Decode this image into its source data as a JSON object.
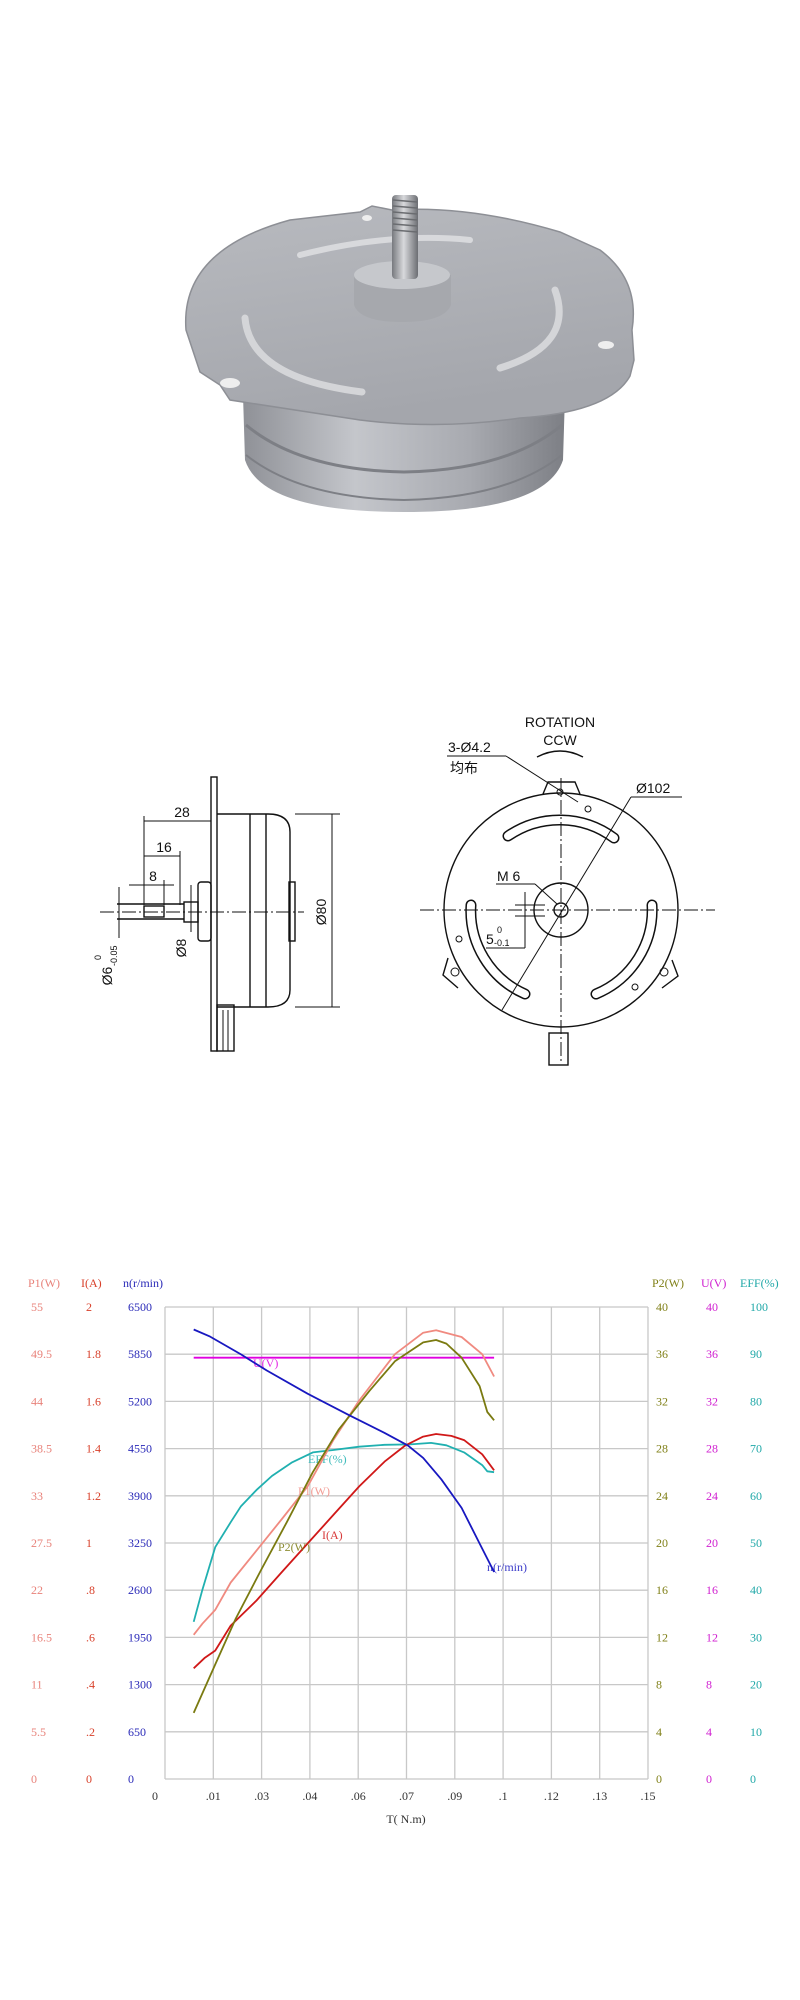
{
  "drawing": {
    "rotation": "ROTATION",
    "direction": "CCW",
    "holes": "3-Ø4.2",
    "holes_note": "均布",
    "outer_diameter": "Ø102",
    "thread": "M 6",
    "flat": "5",
    "flat_tol_upper": "0",
    "flat_tol_lower": "-0.1",
    "dim_28": "28",
    "dim_16": "16",
    "dim_8": "8",
    "body_diameter": "Ø80",
    "hub_diameter": "Ø8",
    "shaft_diameter": "Ø6",
    "shaft_tol_upper": "0",
    "shaft_tol_lower": "-0.05"
  },
  "chart_data": {
    "type": "line",
    "xlabel": "T( N.m)",
    "x_range": [
      0,
      0.15
    ],
    "x_ticks": [
      "0",
      ".01",
      ".03",
      ".04",
      ".06",
      ".07",
      ".09",
      ".1",
      ".12",
      ".13",
      ".15"
    ],
    "grid": true,
    "axes": [
      {
        "name": "P1(W)",
        "side": "left",
        "range": [
          0,
          55
        ],
        "color": "#e8827a",
        "ticks": [
          "0",
          "5.5",
          "11",
          "16.5",
          "22",
          "27.5",
          "33",
          "38.5",
          "44",
          "49.5",
          "55"
        ]
      },
      {
        "name": "I(A)",
        "side": "left",
        "range": [
          0,
          2
        ],
        "color": "#d8402a",
        "ticks": [
          "0",
          ".2",
          ".4",
          ".6",
          ".8",
          "1",
          "1.2",
          "1.4",
          "1.6",
          "1.8",
          "2"
        ]
      },
      {
        "name": "n(r/min)",
        "side": "left",
        "range": [
          0,
          6500
        ],
        "color": "#2a2ab8",
        "ticks": [
          "0",
          "650",
          "1300",
          "1950",
          "2600",
          "3250",
          "3900",
          "4550",
          "5200",
          "5850",
          "6500"
        ]
      },
      {
        "name": "P2(W)",
        "side": "right",
        "range": [
          0,
          40
        ],
        "color": "#808018",
        "ticks": [
          "0",
          "4",
          "8",
          "12",
          "16",
          "20",
          "24",
          "28",
          "32",
          "36",
          "40"
        ]
      },
      {
        "name": "U(V)",
        "side": "right",
        "range": [
          0,
          40
        ],
        "color": "#d020d0",
        "ticks": [
          "0",
          "4",
          "8",
          "12",
          "16",
          "20",
          "24",
          "28",
          "32",
          "36",
          "40"
        ]
      },
      {
        "name": "EFF(%)",
        "side": "right",
        "range": [
          0,
          100
        ],
        "color": "#20a8a8",
        "ticks": [
          "0",
          "10",
          "20",
          "30",
          "40",
          "50",
          "60",
          "70",
          "80",
          "90",
          "100"
        ]
      }
    ],
    "series": [
      {
        "name": "U(V)",
        "axis": 4,
        "color": "#e000e0",
        "points": [
          [
            0.0089,
            35.7
          ],
          [
            0.1022,
            35.7
          ]
        ]
      },
      {
        "name": "EFF(%)",
        "axis": 5,
        "color": "#20b0b0",
        "points": [
          [
            0.0089,
            33.3
          ],
          [
            0.0116,
            40.1
          ],
          [
            0.0156,
            49.1
          ],
          [
            0.0204,
            54.4
          ],
          [
            0.0236,
            57.8
          ],
          [
            0.0284,
            61.2
          ],
          [
            0.0332,
            64.2
          ],
          [
            0.0395,
            67.1
          ],
          [
            0.0459,
            69.2
          ],
          [
            0.0523,
            69.7
          ],
          [
            0.0603,
            70.4
          ],
          [
            0.0682,
            70.8
          ],
          [
            0.0762,
            70.9
          ],
          [
            0.0826,
            71.2
          ],
          [
            0.0874,
            70.7
          ],
          [
            0.0929,
            69.2
          ],
          [
            0.0985,
            66.5
          ],
          [
            0.1001,
            65.2
          ],
          [
            0.1022,
            65.0
          ]
        ]
      },
      {
        "name": "P1(W)",
        "axis": 0,
        "color": "#f08a80",
        "points": [
          [
            0.0089,
            16.8
          ],
          [
            0.0116,
            18.1
          ],
          [
            0.0156,
            19.7
          ],
          [
            0.0204,
            22.9
          ],
          [
            0.0284,
            26.6
          ],
          [
            0.0363,
            30.3
          ],
          [
            0.0443,
            34.1
          ],
          [
            0.0523,
            39.5
          ],
          [
            0.0603,
            44.1
          ],
          [
            0.0714,
            49.5
          ],
          [
            0.0802,
            52.0
          ],
          [
            0.0842,
            52.3
          ],
          [
            0.0921,
            51.5
          ],
          [
            0.0985,
            49.5
          ],
          [
            0.1022,
            46.9
          ]
        ]
      },
      {
        "name": "I(A)",
        "axis": 1,
        "color": "#d01818",
        "points": [
          [
            0.0089,
            0.469
          ],
          [
            0.0124,
            0.514
          ],
          [
            0.0156,
            0.544
          ],
          [
            0.0204,
            0.65
          ],
          [
            0.0284,
            0.756
          ],
          [
            0.0363,
            0.877
          ],
          [
            0.0443,
            0.998
          ],
          [
            0.0523,
            1.119
          ],
          [
            0.0603,
            1.24
          ],
          [
            0.0682,
            1.345
          ],
          [
            0.0746,
            1.413
          ],
          [
            0.0802,
            1.451
          ],
          [
            0.0842,
            1.462
          ],
          [
            0.0889,
            1.454
          ],
          [
            0.0929,
            1.436
          ],
          [
            0.0985,
            1.376
          ],
          [
            0.1022,
            1.308
          ]
        ]
      },
      {
        "name": "P2(W)",
        "axis": 3,
        "color": "#7a7a10",
        "points": [
          [
            0.0089,
            5.6
          ],
          [
            0.0156,
            9.7
          ],
          [
            0.022,
            13.6
          ],
          [
            0.03,
            17.8
          ],
          [
            0.0379,
            21.8
          ],
          [
            0.0459,
            26.0
          ],
          [
            0.0539,
            29.6
          ],
          [
            0.0635,
            32.9
          ],
          [
            0.0714,
            35.4
          ],
          [
            0.0802,
            37.0
          ],
          [
            0.0842,
            37.2
          ],
          [
            0.0874,
            36.9
          ],
          [
            0.0921,
            35.7
          ],
          [
            0.0977,
            33.3
          ],
          [
            0.1001,
            31.1
          ],
          [
            0.1022,
            30.4
          ]
        ]
      },
      {
        "name": "n(r/min)",
        "axis": 2,
        "color": "#1818c0",
        "points": [
          [
            0.0089,
            6190
          ],
          [
            0.014,
            6092
          ],
          [
            0.0236,
            5847
          ],
          [
            0.0316,
            5625
          ],
          [
            0.0443,
            5306
          ],
          [
            0.0571,
            5011
          ],
          [
            0.0682,
            4766
          ],
          [
            0.0754,
            4594
          ],
          [
            0.0802,
            4422
          ],
          [
            0.0858,
            4127
          ],
          [
            0.0921,
            3734
          ],
          [
            0.0977,
            3243
          ],
          [
            0.1022,
            2850
          ]
        ]
      }
    ]
  }
}
